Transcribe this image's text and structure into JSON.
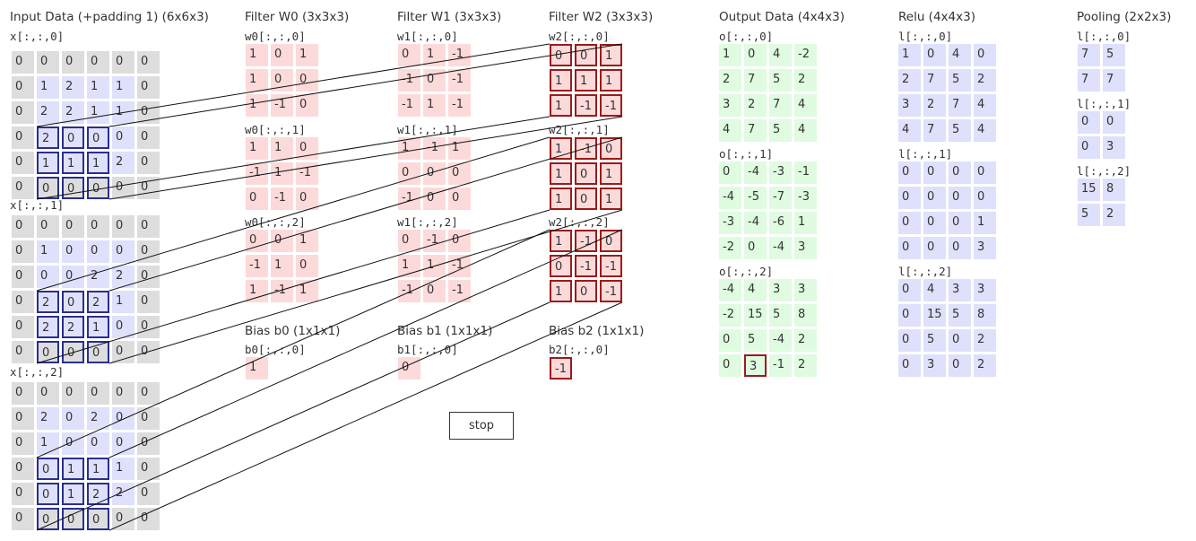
{
  "input": {
    "title": "Input Data (+padding 1) (6x6x3)",
    "slices": [
      {
        "label": "x[:,:,0]",
        "rows": [
          [
            "0",
            "0",
            "0",
            "0",
            "0",
            "0"
          ],
          [
            "0",
            "1",
            "2",
            "1",
            "1",
            "0"
          ],
          [
            "0",
            "2",
            "2",
            "1",
            "1",
            "0"
          ],
          [
            "0",
            "2",
            "0",
            "0",
            "0",
            "0"
          ],
          [
            "0",
            "1",
            "1",
            "1",
            "2",
            "0"
          ],
          [
            "0",
            "0",
            "0",
            "0",
            "0",
            "0"
          ]
        ]
      },
      {
        "label": "x[:,:,1]",
        "rows": [
          [
            "0",
            "0",
            "0",
            "0",
            "0",
            "0"
          ],
          [
            "0",
            "1",
            "0",
            "0",
            "0",
            "0"
          ],
          [
            "0",
            "0",
            "0",
            "2",
            "2",
            "0"
          ],
          [
            "0",
            "2",
            "0",
            "2",
            "1",
            "0"
          ],
          [
            "0",
            "2",
            "2",
            "1",
            "0",
            "0"
          ],
          [
            "0",
            "0",
            "0",
            "0",
            "0",
            "0"
          ]
        ]
      },
      {
        "label": "x[:,:,2]",
        "rows": [
          [
            "0",
            "0",
            "0",
            "0",
            "0",
            "0"
          ],
          [
            "0",
            "2",
            "0",
            "2",
            "0",
            "0"
          ],
          [
            "0",
            "1",
            "0",
            "0",
            "0",
            "0"
          ],
          [
            "0",
            "0",
            "1",
            "1",
            "1",
            "0"
          ],
          [
            "0",
            "0",
            "1",
            "2",
            "2",
            "0"
          ],
          [
            "0",
            "0",
            "0",
            "0",
            "0",
            "0"
          ]
        ]
      }
    ]
  },
  "filters": [
    {
      "title": "Filter W0 (3x3x3)",
      "slices": [
        {
          "label": "w0[:,:,0]",
          "rows": [
            [
              "1",
              "0",
              "1"
            ],
            [
              "1",
              "0",
              "0"
            ],
            [
              "1",
              "-1",
              "0"
            ]
          ]
        },
        {
          "label": "w0[:,:,1]",
          "rows": [
            [
              "1",
              "1",
              "0"
            ],
            [
              "-1",
              "1",
              "-1"
            ],
            [
              "0",
              "-1",
              "0"
            ]
          ]
        },
        {
          "label": "w0[:,:,2]",
          "rows": [
            [
              "0",
              "0",
              "1"
            ],
            [
              "-1",
              "1",
              "0"
            ],
            [
              "1",
              "-1",
              "1"
            ]
          ]
        }
      ],
      "bias_title": "Bias b0 (1x1x1)",
      "bias_label": "b0[:,:,0]",
      "bias_value": "1"
    },
    {
      "title": "Filter W1 (3x3x3)",
      "slices": [
        {
          "label": "w1[:,:,0]",
          "rows": [
            [
              "0",
              "1",
              "-1"
            ],
            [
              "-1",
              "0",
              "-1"
            ],
            [
              "-1",
              "1",
              "-1"
            ]
          ]
        },
        {
          "label": "w1[:,:,1]",
          "rows": [
            [
              "1",
              "-1",
              "1"
            ],
            [
              "0",
              "0",
              "0"
            ],
            [
              "-1",
              "0",
              "0"
            ]
          ]
        },
        {
          "label": "w1[:,:,2]",
          "rows": [
            [
              "0",
              "-1",
              "0"
            ],
            [
              "1",
              "1",
              "-1"
            ],
            [
              "-1",
              "0",
              "-1"
            ]
          ]
        }
      ],
      "bias_title": "Bias b1 (1x1x1)",
      "bias_label": "b1[:,:,0]",
      "bias_value": "0"
    },
    {
      "title": "Filter W2 (3x3x3)",
      "slices": [
        {
          "label": "w2[:,:,0]",
          "rows": [
            [
              "0",
              "0",
              "1"
            ],
            [
              "1",
              "1",
              "1"
            ],
            [
              "1",
              "-1",
              "-1"
            ]
          ]
        },
        {
          "label": "w2[:,:,1]",
          "rows": [
            [
              "1",
              "-1",
              "0"
            ],
            [
              "1",
              "0",
              "1"
            ],
            [
              "1",
              "0",
              "1"
            ]
          ]
        },
        {
          "label": "w2[:,:,2]",
          "rows": [
            [
              "1",
              "-1",
              "0"
            ],
            [
              "0",
              "-1",
              "-1"
            ],
            [
              "1",
              "0",
              "-1"
            ]
          ]
        }
      ],
      "bias_title": "Bias b2 (1x1x1)",
      "bias_label": "b2[:,:,0]",
      "bias_value": "-1"
    }
  ],
  "output": {
    "title": "Output Data (4x4x3)",
    "slices": [
      {
        "label": "o[:,:,0]",
        "rows": [
          [
            "1",
            "0",
            "4",
            "-2"
          ],
          [
            "2",
            "7",
            "5",
            "2"
          ],
          [
            "3",
            "2",
            "7",
            "4"
          ],
          [
            "4",
            "7",
            "5",
            "4"
          ]
        ]
      },
      {
        "label": "o[:,:,1]",
        "rows": [
          [
            "0",
            "-4",
            "-3",
            "-1"
          ],
          [
            "-4",
            "-5",
            "-7",
            "-3"
          ],
          [
            "-3",
            "-4",
            "-6",
            "1"
          ],
          [
            "-2",
            "0",
            "-4",
            "3"
          ]
        ]
      },
      {
        "label": "o[:,:,2]",
        "rows": [
          [
            "-4",
            "4",
            "3",
            "3"
          ],
          [
            "-2",
            "15",
            "5",
            "8"
          ],
          [
            "0",
            "5",
            "-4",
            "2"
          ],
          [
            "0",
            "3",
            "-1",
            "2"
          ]
        ]
      }
    ]
  },
  "relu": {
    "title": "Relu (4x4x3)",
    "slices": [
      {
        "label": "l[:,:,0]",
        "rows": [
          [
            "1",
            "0",
            "4",
            "0"
          ],
          [
            "2",
            "7",
            "5",
            "2"
          ],
          [
            "3",
            "2",
            "7",
            "4"
          ],
          [
            "4",
            "7",
            "5",
            "4"
          ]
        ]
      },
      {
        "label": "l[:,:,1]",
        "rows": [
          [
            "0",
            "0",
            "0",
            "0"
          ],
          [
            "0",
            "0",
            "0",
            "0"
          ],
          [
            "0",
            "0",
            "0",
            "1"
          ],
          [
            "0",
            "0",
            "0",
            "3"
          ]
        ]
      },
      {
        "label": "l[:,:,2]",
        "rows": [
          [
            "0",
            "4",
            "3",
            "3"
          ],
          [
            "0",
            "15",
            "5",
            "8"
          ],
          [
            "0",
            "5",
            "0",
            "2"
          ],
          [
            "0",
            "3",
            "0",
            "2"
          ]
        ]
      }
    ]
  },
  "pooling": {
    "title": "Pooling (2x2x3)",
    "slices": [
      {
        "label": "l[:,:,0]",
        "rows": [
          [
            "7",
            "5"
          ],
          [
            "7",
            "7"
          ]
        ]
      },
      {
        "label": "l[:,:,1]",
        "rows": [
          [
            "0",
            "0"
          ],
          [
            "0",
            "3"
          ]
        ]
      },
      {
        "label": "l[:,:,2]",
        "rows": [
          [
            "15",
            "8"
          ],
          [
            "5",
            "2"
          ]
        ]
      }
    ]
  },
  "controls": {
    "stop_label": "stop"
  }
}
